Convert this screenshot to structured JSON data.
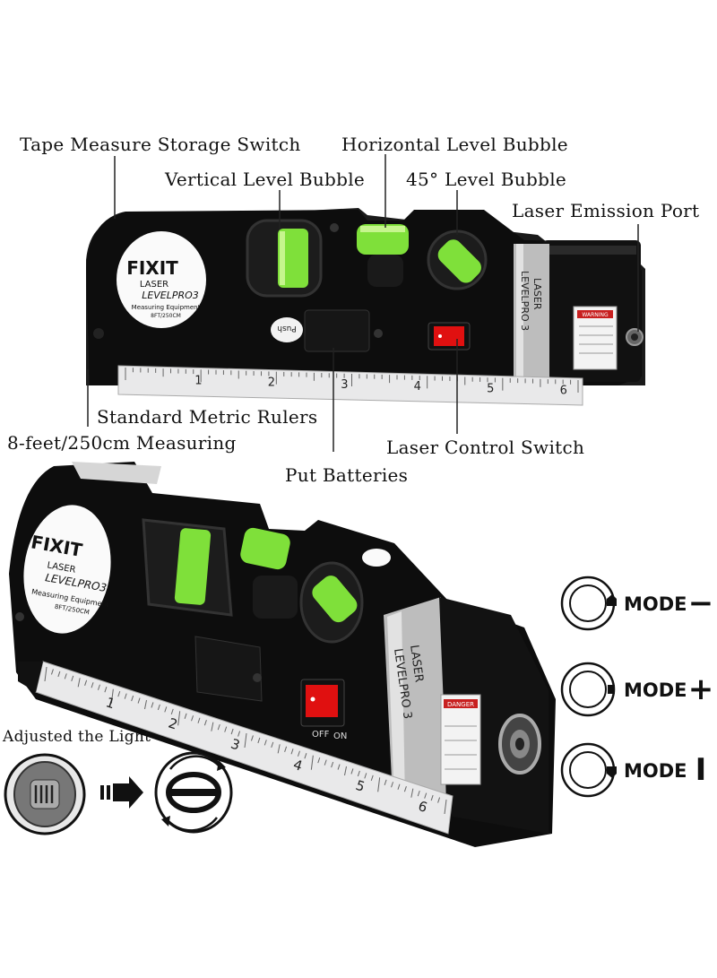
{
  "labels": {
    "tape_switch": "Tape Measure Storage Switch",
    "horizontal_bubble": "Horizontal Level Bubble",
    "vertical_bubble": "Vertical Level Bubble",
    "deg45_bubble": "45° Level Bubble",
    "laser_port": "Laser Emission Port",
    "metric_rulers": "Standard Metric Rulers",
    "measuring": "8-feet/250cm Measuring",
    "laser_switch": "Laser Control Switch",
    "batteries": "Put Batteries",
    "adjusted_light": "Adjusted the Light"
  },
  "device": {
    "brand": "FIXIT",
    "line2": "LASER",
    "line3": "LEVELPRO3",
    "line4": "Measuring Equipment",
    "line5": "8FT/250CM",
    "side_label_1": "LASER",
    "side_label_2": "LEVELPRO 3",
    "warning": "WARNING",
    "danger": "DANGER",
    "push": "Push",
    "switch_off": "OFF",
    "switch_on": "ON"
  },
  "ruler_top": [
    "1",
    "2",
    "3",
    "4",
    "5",
    "6"
  ],
  "ruler_bottom": [
    "1",
    "2",
    "3",
    "4",
    "5",
    "6"
  ],
  "modes": [
    {
      "label": "MODE",
      "symbol": "−"
    },
    {
      "label": "MODE",
      "symbol": "+"
    },
    {
      "label": "MODE",
      "symbol": "I"
    }
  ],
  "colors": {
    "body": "#0d0d0d",
    "bubble": "#7fe03a",
    "switch_red": "#e01010",
    "ruler": "#e9e9ea",
    "metal": "#bdbdbd"
  }
}
